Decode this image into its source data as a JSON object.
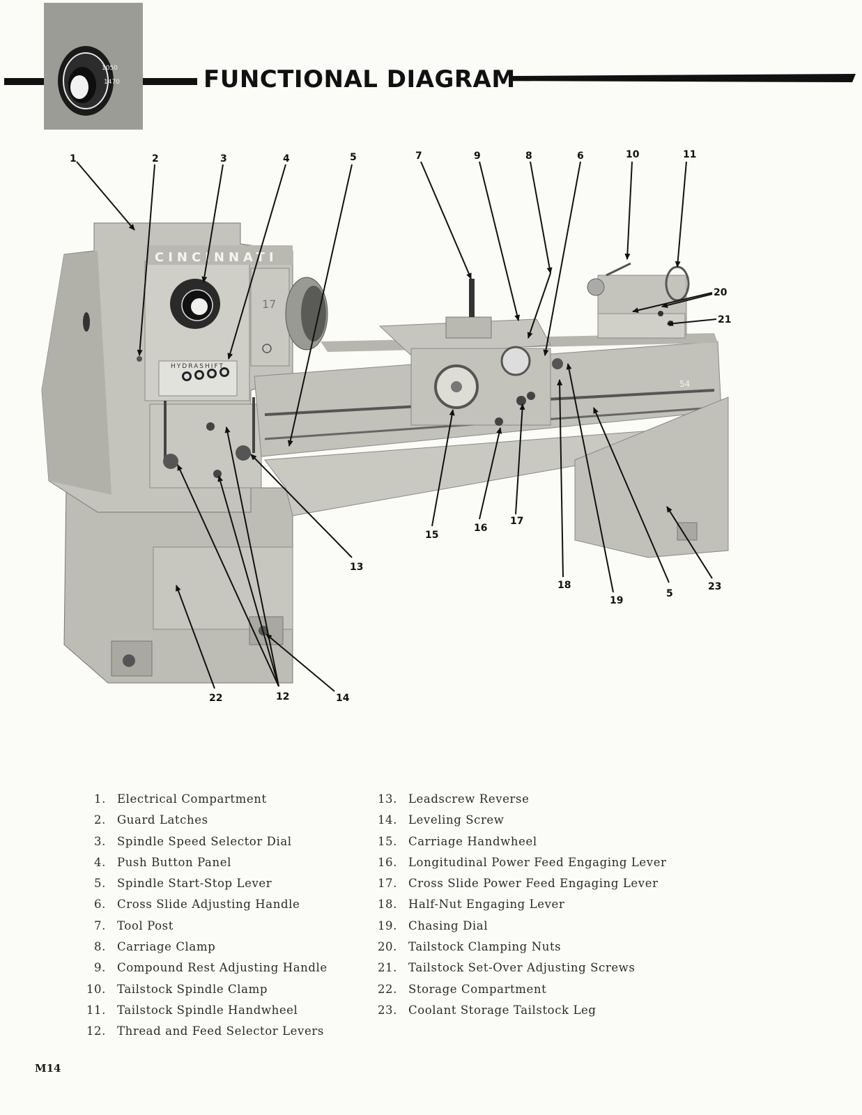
{
  "header": {
    "title": "FUNCTIONAL DIAGRAM",
    "dial_labels": [
      "1050",
      "1470"
    ]
  },
  "machine": {
    "brand": "CINCINNATI",
    "panel_label": "HYDRASHIFT",
    "plate_number": "17",
    "bed_number": "54"
  },
  "callouts": [
    "1",
    "2",
    "3",
    "4",
    "5",
    "7",
    "9",
    "8",
    "6",
    "10",
    "11",
    "20",
    "21",
    "15",
    "16",
    "17",
    "13",
    "18",
    "19",
    "5",
    "23",
    "22",
    "12",
    "14"
  ],
  "legend": {
    "left": [
      {
        "num": "1.",
        "label": "Electrical Compartment"
      },
      {
        "num": "2.",
        "label": "Guard Latches"
      },
      {
        "num": "3.",
        "label": "Spindle Speed Selector Dial"
      },
      {
        "num": "4.",
        "label": "Push Button Panel"
      },
      {
        "num": "5.",
        "label": "Spindle Start-Stop Lever"
      },
      {
        "num": "6.",
        "label": "Cross Slide Adjusting Handle"
      },
      {
        "num": "7.",
        "label": "Tool Post"
      },
      {
        "num": "8.",
        "label": "Carriage Clamp"
      },
      {
        "num": "9.",
        "label": "Compound Rest Adjusting Handle"
      },
      {
        "num": "10.",
        "label": "Tailstock Spindle Clamp"
      },
      {
        "num": "11.",
        "label": "Tailstock Spindle Handwheel"
      },
      {
        "num": "12.",
        "label": "Thread and Feed Selector Levers"
      }
    ],
    "right": [
      {
        "num": "13.",
        "label": "Leadscrew Reverse"
      },
      {
        "num": "14.",
        "label": "Leveling Screw"
      },
      {
        "num": "15.",
        "label": "Carriage Handwheel"
      },
      {
        "num": "16.",
        "label": "Longitudinal Power Feed Engaging Lever"
      },
      {
        "num": "17.",
        "label": "Cross Slide Power Feed Engaging Lever"
      },
      {
        "num": "18.",
        "label": "Half-Nut Engaging Lever"
      },
      {
        "num": "19.",
        "label": "Chasing Dial"
      },
      {
        "num": "20.",
        "label": "Tailstock Clamping Nuts"
      },
      {
        "num": "21.",
        "label": "Tailstock Set-Over Adjusting Screws"
      },
      {
        "num": "22.",
        "label": "Storage Compartment"
      },
      {
        "num": "23.",
        "label": "Coolant Storage Tailstock Leg"
      }
    ]
  },
  "page_number": "M14"
}
